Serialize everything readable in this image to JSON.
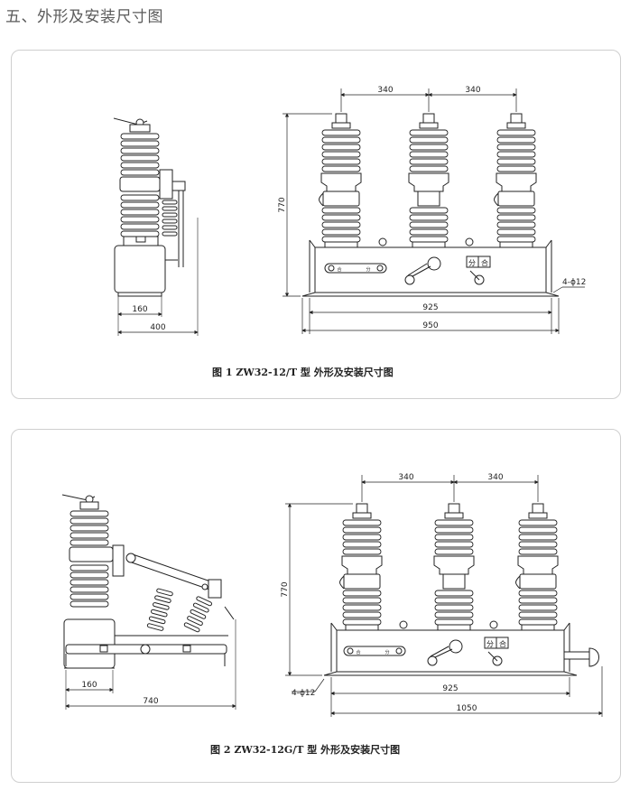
{
  "section_title": "五、外形及安装尺寸图",
  "figure1": {
    "caption": "图 1  ZW32-12/T 型  外形及安装尺寸图",
    "dims": {
      "pitch_left": "340",
      "pitch_right": "340",
      "height": "770",
      "hole_spec": "4-ϕ12",
      "mount_width": "925",
      "overall_width": "950",
      "side_inner": "160",
      "side_outer": "400"
    },
    "panel_labels": {
      "fen_he": "分合",
      "fen": "分",
      "he": "合",
      "closed": "合",
      "open": "分"
    }
  },
  "figure2": {
    "caption": "图 2  ZW32-12G/T 型  外形及安装尺寸图",
    "dims": {
      "pitch_left": "340",
      "pitch_right": "340",
      "height": "770",
      "hole_spec": "4-ϕ12",
      "mount_width": "925",
      "overall_width": "1050",
      "side_inner": "160",
      "side_outer": "740"
    },
    "panel_labels": {
      "fen_he": "分合",
      "fen": "分",
      "he": "合",
      "closed": "合",
      "open": "分"
    }
  }
}
